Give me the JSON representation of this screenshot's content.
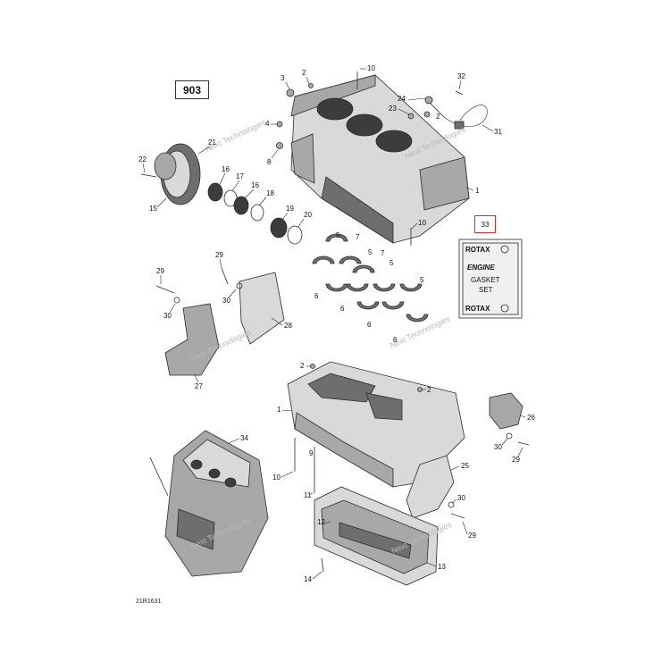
{
  "diagram": {
    "number": "903",
    "reference_code": "21R1631",
    "watermark": "Next Technologies",
    "kit_callout": "33",
    "gasket_box": {
      "brand": "ROTAX",
      "line1": "ENGINE",
      "line2": "GASKET",
      "line3": "SET"
    },
    "callouts": [
      "1",
      "2",
      "3",
      "4",
      "5",
      "6",
      "7",
      "8",
      "9",
      "10",
      "11",
      "12",
      "13",
      "14",
      "15",
      "16",
      "17",
      "18",
      "19",
      "20",
      "21",
      "22",
      "23",
      "24",
      "25",
      "26",
      "27",
      "28",
      "29",
      "30",
      "31",
      "32",
      "34"
    ]
  }
}
